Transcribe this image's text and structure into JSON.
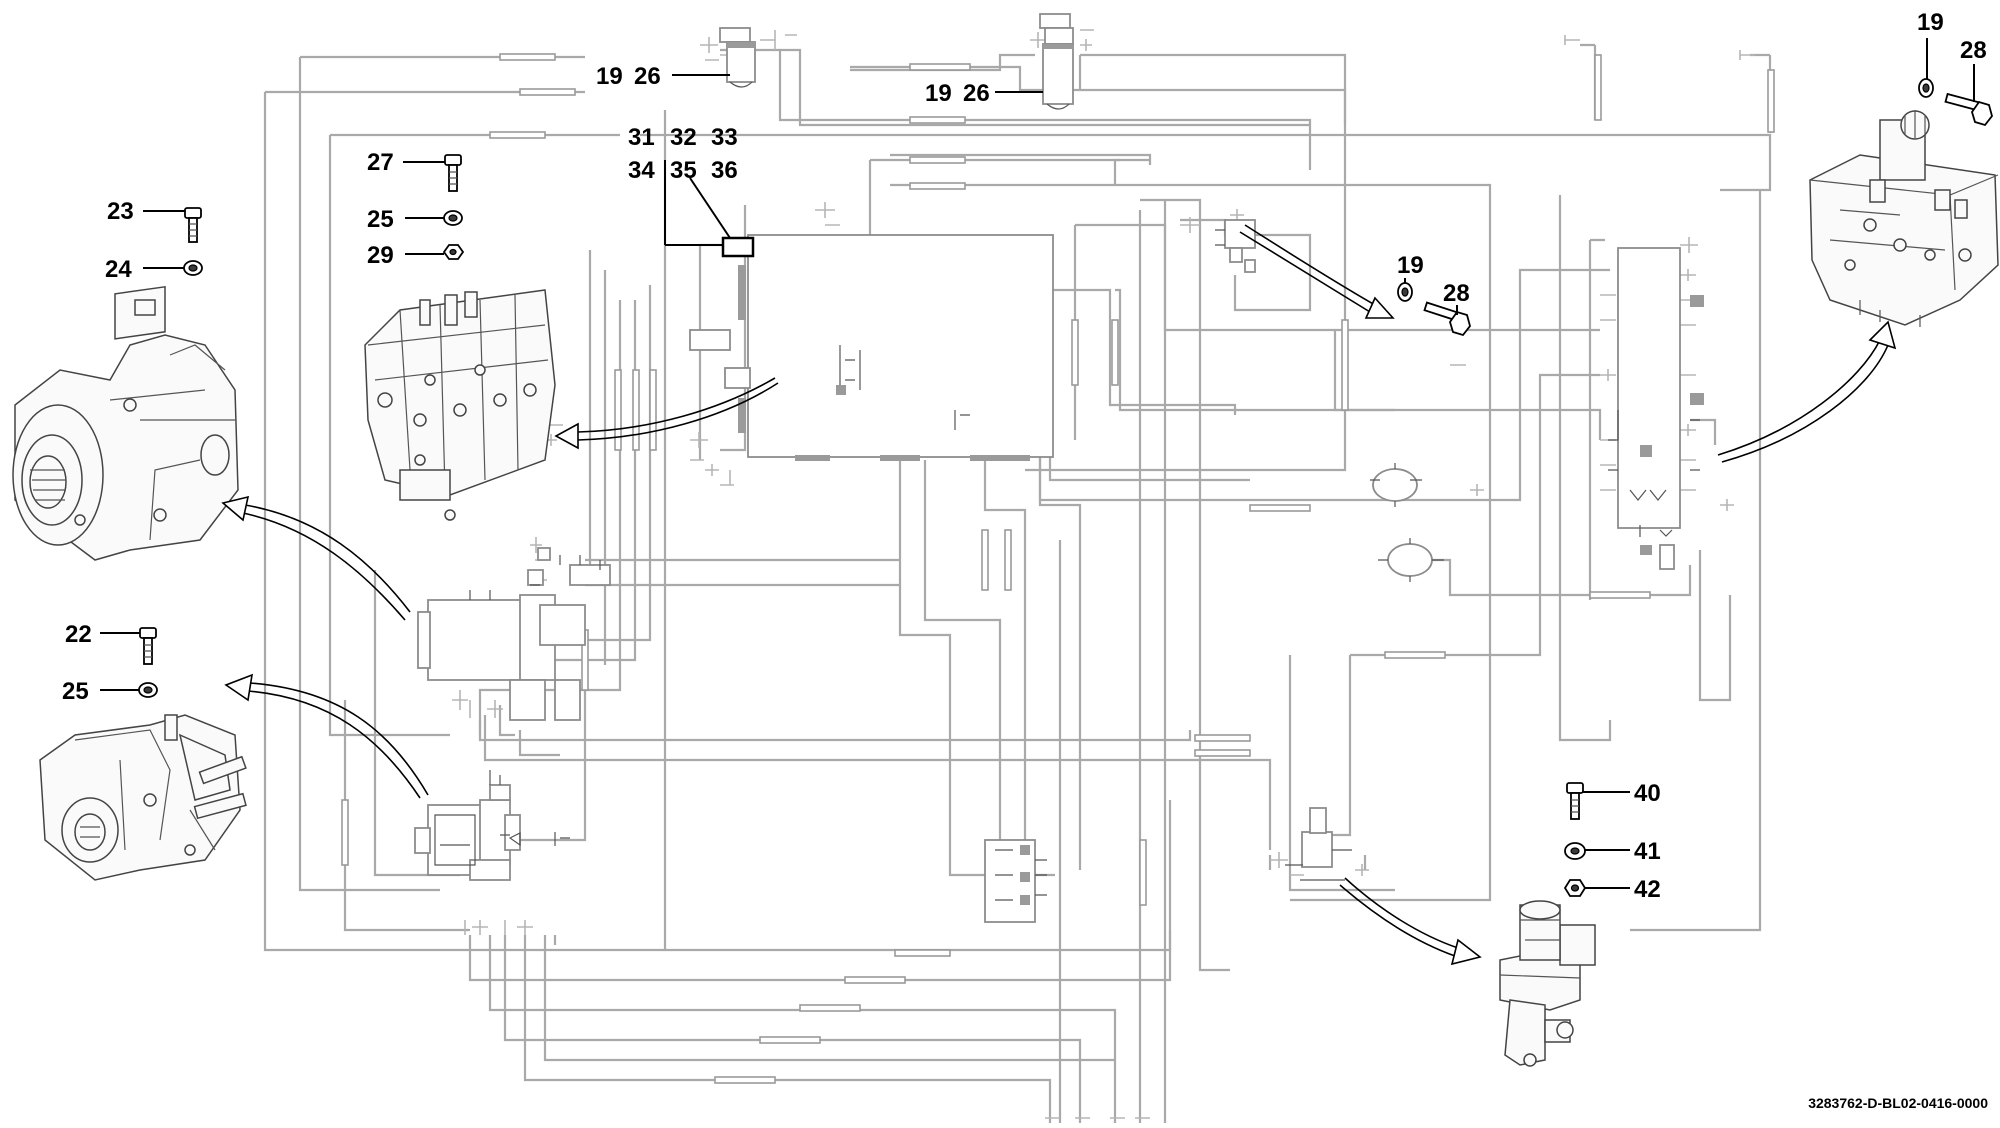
{
  "document_ref": "3283762-D-BL02-0416-0000",
  "callouts": {
    "c_19a": "19",
    "c_26a": "26",
    "c_19b": "19",
    "c_26b": "26",
    "c_31": "31",
    "c_32": "32",
    "c_33": "33",
    "c_34": "34",
    "c_35": "35",
    "c_36": "36",
    "c_27": "27",
    "c_25a": "25",
    "c_29": "29",
    "c_23": "23",
    "c_24": "24",
    "c_22": "22",
    "c_25b": "25",
    "c_19c": "19",
    "c_28a": "28",
    "c_19d": "19",
    "c_28b": "28",
    "c_40": "40",
    "c_41": "41",
    "c_42": "42"
  }
}
